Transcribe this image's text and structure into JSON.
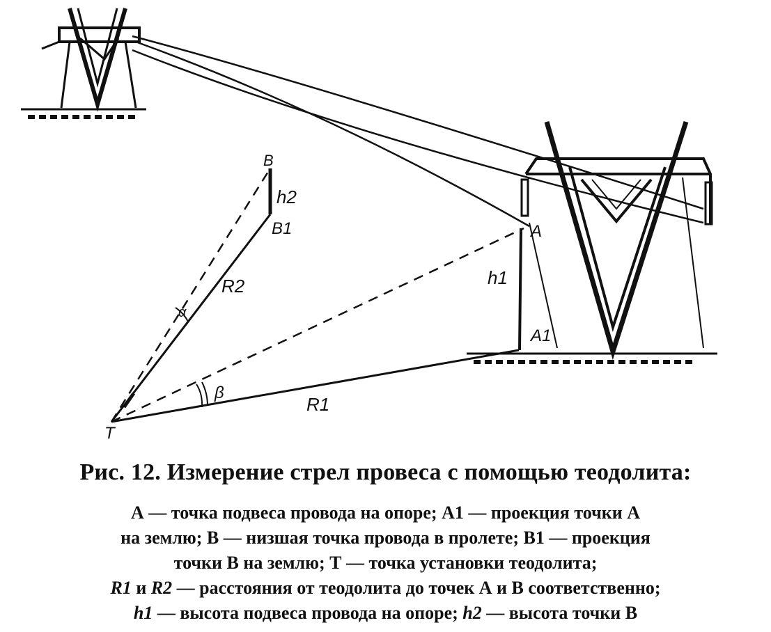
{
  "labels": {
    "point_b": "В",
    "h2": "h2",
    "point_b1": "В1",
    "point_a": "А",
    "h1": "h1",
    "point_a1": "А1",
    "r2": "R2",
    "r1": "R1",
    "alpha": "α",
    "beta": "β",
    "point_t": "Т"
  },
  "caption": {
    "title": "Рис. 12. Измерение стрел провеса с помощью теодолита:",
    "line1": "А — точка подвеса провода на опоре; А1 — проекция точки А",
    "line2": "на землю; В — низшая точка провода в пролете; В1 — проекция",
    "line3": "точки В на землю; Т — точка установки теодолита;",
    "line4_var1": "R1",
    "line4_mid": " и ",
    "line4_var2": "R2",
    "line4_rest": " — расстояния от теодолита до точек А и В соответственно;",
    "line5_var1": "h1",
    "line5_mid": " — высота подвеса провода на опоре; ",
    "line5_var2": "h2",
    "line5_rest": " — высота точки В"
  }
}
